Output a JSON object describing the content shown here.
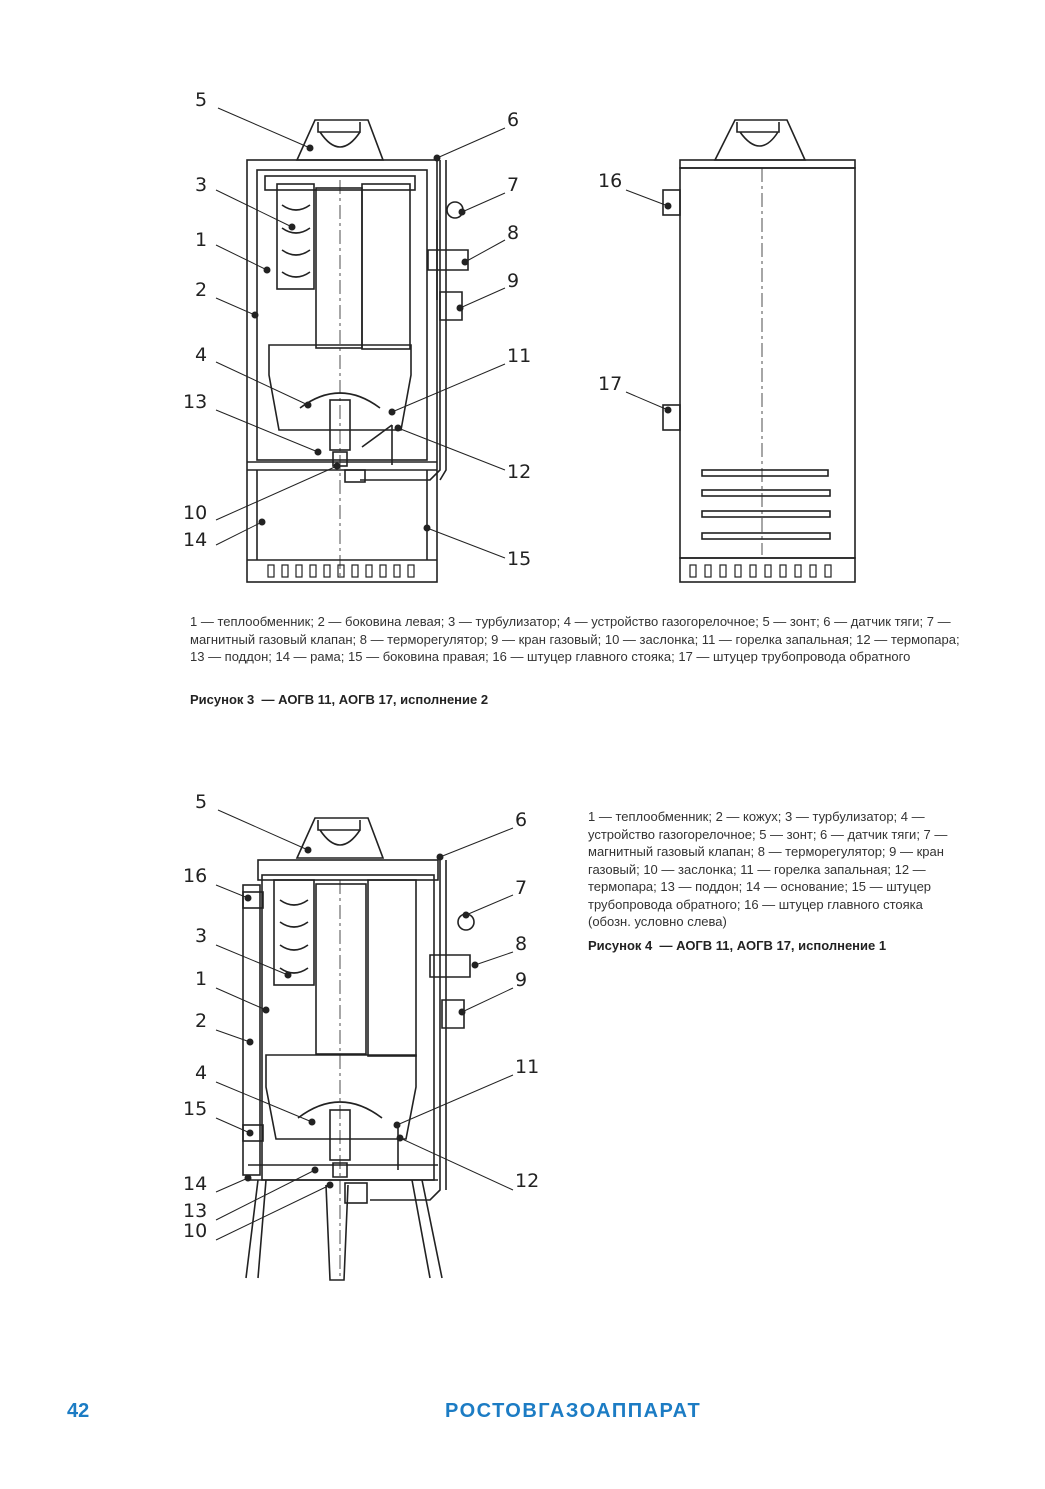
{
  "figure3": {
    "labels": [
      "5",
      "6",
      "3",
      "7",
      "1",
      "8",
      "2",
      "9",
      "4",
      "11",
      "13",
      "12",
      "10",
      "14",
      "15"
    ],
    "side_labels": [
      "16",
      "17"
    ],
    "legend": "1 — теплообменник; 2 — боковина левая; 3 — турбулизатор; 4 — устройство газогорелочное; 5 — зонт; 6 — датчик тяги; 7 — магнитный газовый клапан; 8 — терморегулятор; 9 — кран газовый; 10 — заслонка; 11 — горелка запальная; 12 — термопара; 13 — поддон; 14 — рама; 15 — боковина правая; 16 — штуцер главного стояка; 17 — штуцер трубопровода обратного",
    "title": "Рисунок 3  — АОГВ 11, АОГВ 17, исполнение 2"
  },
  "figure4": {
    "labels": [
      "5",
      "6",
      "16",
      "7",
      "3",
      "8",
      "1",
      "9",
      "2",
      "11",
      "4",
      "15",
      "12",
      "14",
      "13",
      "10"
    ],
    "legend": "1 — теплообменник; 2 — кожух; 3 — турбулизатор; 4 — устройство газогорелочное; 5 — зонт; 6 — датчик тяги; 7 — магнитный газовый клапан; 8 — терморегулятор; 9 — кран газовый; 10 — заслонка; 11 — горелка запальная; 12 — термопара; 13 — поддон; 14 — основание; 15 — штуцер трубопровода обратного; 16 — штуцер главного стояка (обозн. условно слева)",
    "title": "Рисунок 4  — АОГВ 11, АОГВ 17, исполнение 1"
  },
  "footer": {
    "page_number": "42",
    "brand": "РОСТОВГАЗОАППАРАТ"
  },
  "colors": {
    "brand": "#1c7cc4",
    "line": "#222222"
  }
}
